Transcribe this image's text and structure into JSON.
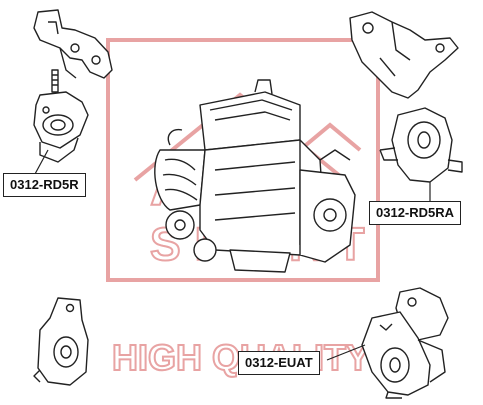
{
  "watermark": {
    "brand_text": "ASVA",
    "sub_text": "SPORT",
    "tagline": "HIGH QUALITY",
    "color": "#e8a3a3"
  },
  "parts": [
    {
      "id": "rd5r",
      "label": "0312-RD5R"
    },
    {
      "id": "rd5ra",
      "label": "0312-RD5RA"
    },
    {
      "id": "euat",
      "label": "0312-EUAT"
    }
  ],
  "colors": {
    "line": "#222222",
    "label_border": "#222222",
    "background": "#ffffff"
  }
}
